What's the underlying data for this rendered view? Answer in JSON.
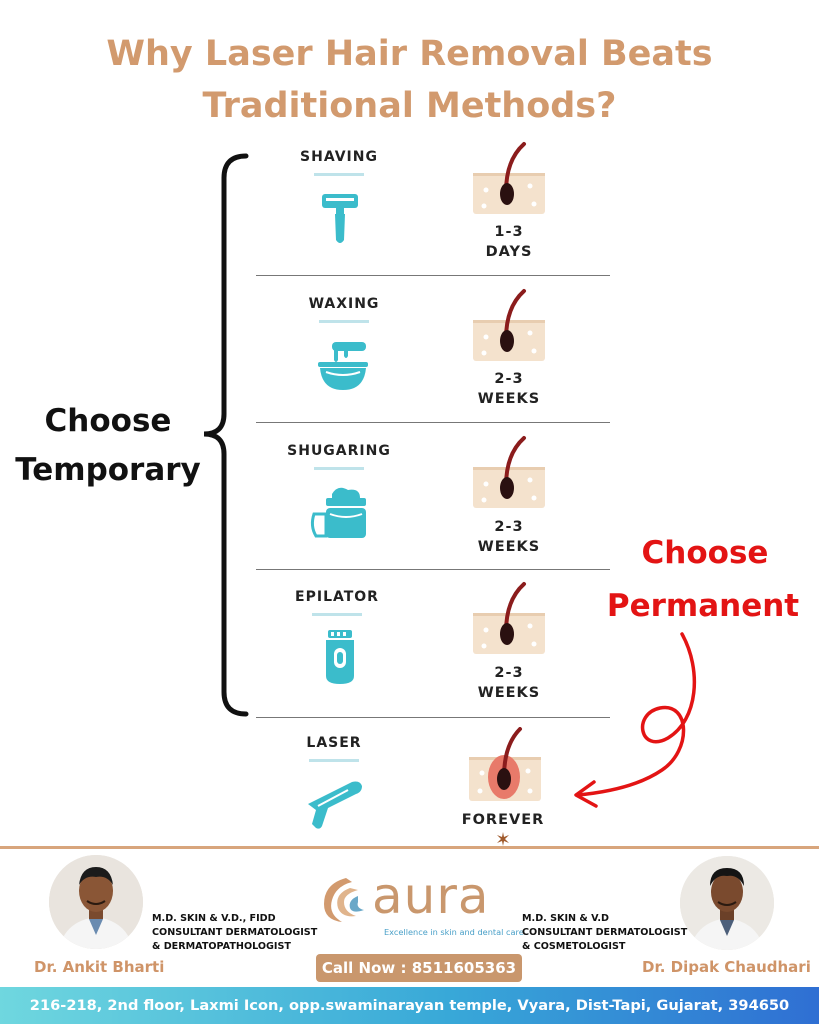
{
  "title": {
    "line1": "Why Laser Hair Removal Beats",
    "line2": "Traditional Methods?"
  },
  "temporary_label": {
    "line1": "Choose",
    "line2": "Temporary"
  },
  "permanent_label": {
    "line1": "Choose",
    "line2": "Permanent"
  },
  "methods": [
    {
      "name": "SHAVING",
      "icon": "razor-icon",
      "duration_line1": "1-3",
      "duration_line2": "DAYS"
    },
    {
      "name": "WAXING",
      "icon": "wax-bowl-icon",
      "duration_line1": "2-3",
      "duration_line2": "WEEKS"
    },
    {
      "name": "SHUGARING",
      "icon": "sugar-jar-icon",
      "duration_line1": "2-3",
      "duration_line2": "WEEKS"
    },
    {
      "name": "EPILATOR",
      "icon": "epilator-icon",
      "duration_line1": "2-3",
      "duration_line2": "WEEKS"
    },
    {
      "name": "LASER",
      "icon": "laser-gun-icon",
      "duration_line1": "FOREVER",
      "duration_line2": ""
    }
  ],
  "colors": {
    "title": "#d29a6e",
    "permanent": "#e31414",
    "icon_teal": "#3bbccb",
    "hair": "#8b1c1c",
    "skin": "#f4e2cd"
  },
  "footer": {
    "logo_text": "aura",
    "logo_tagline": "Excellence in skin and dental care",
    "call_now": "Call Now : 8511605363",
    "doctor_left": {
      "name": "Dr. Ankit Bharti",
      "cred1": "M.D. SKIN & V.D., FIDD",
      "cred2": "CONSULTANT DERMATOLOGIST",
      "cred3": "& DERMATOPATHOLOGIST"
    },
    "doctor_right": {
      "name": "Dr. Dipak Chaudhari",
      "cred1": "M.D. SKIN & V.D",
      "cred2": "CONSULTANT DERMATOLOGIST",
      "cred3": "& COSMETOLOGIST"
    },
    "address": "216-218, 2nd floor, Laxmi Icon, opp.swaminarayan temple, Vyara, Dist-Tapi, Gujarat, 394650"
  }
}
